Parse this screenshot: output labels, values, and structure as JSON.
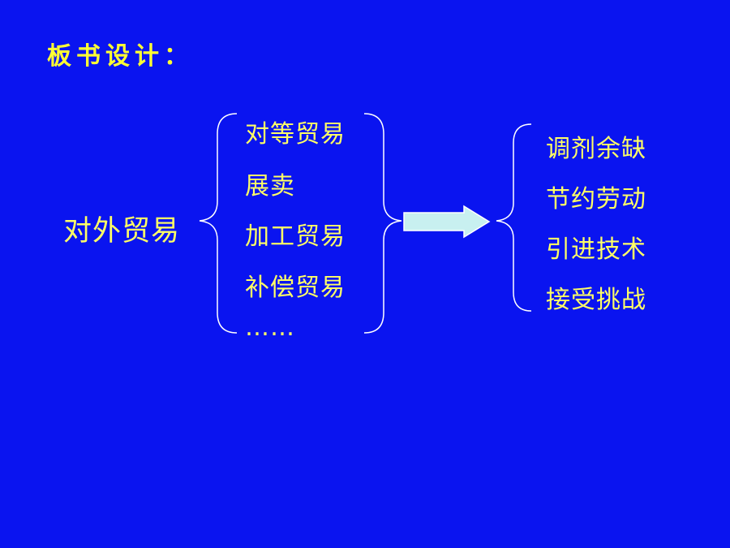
{
  "slide": {
    "title": "板书设计：",
    "main_topic": "对外贸易",
    "forms": [
      "对等贸易",
      "展卖",
      "加工贸易",
      "补偿贸易",
      "……"
    ],
    "effects": [
      "调剂余缺",
      "节约劳动",
      "引进技术",
      "接受挑战"
    ]
  },
  "colors": {
    "background": "#0a14f0",
    "title_text": "#ffff33",
    "body_text": "#ffff66",
    "bracket_stroke": "#ffffff",
    "arrow_fill": "#c8f0f0",
    "arrow_stroke": "#ffffff"
  }
}
